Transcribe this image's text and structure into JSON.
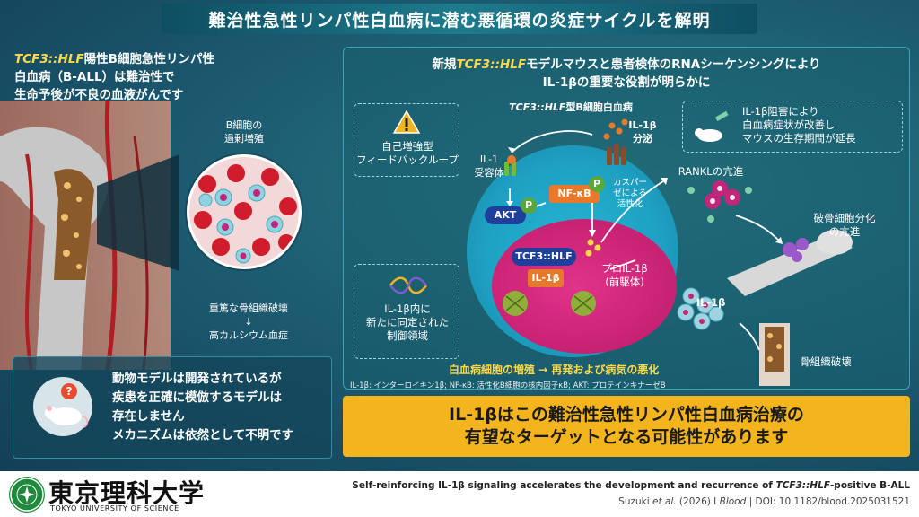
{
  "title": "難治性急性リンパ性白血病に潜む悪循環の炎症サイクルを解明",
  "left": {
    "heading_italic": "TCF3::HLF",
    "heading_rest_1": "陽性B細胞急性リンパ性",
    "heading_line2": "白血病（B-ALL）は難治性で",
    "heading_line3": "生命予後が不良の血液がんです",
    "zoom_label_1": "B細胞の",
    "zoom_label_2": "過剰増殖",
    "bone_label_1": "重篤な骨組織破壊",
    "bone_arrow": "↓",
    "bone_label_2": "高カルシウム血症",
    "info_lines": [
      "動物モデルは開発されているが",
      "疾患を正確に模倣するモデルは",
      "存在しません",
      "メカニズムは依然として不明です"
    ]
  },
  "right": {
    "head_pre": "新規",
    "head_italic": "TCF3::HLF",
    "head_post": "モデルマウスと患者検体のRNAシーケンシングにより",
    "head_line2": "IL-1βの重要な役割が明らかに",
    "feedback_1": "自己増強型",
    "feedback_2": "フィードバックループ",
    "cell_title_italic": "TCF3::HLF",
    "cell_title_rest": "型B細胞白血病",
    "il1b_secretion_1": "IL-1β",
    "il1b_secretion_2": "分泌",
    "receptor_1": "IL-1",
    "receptor_2": "受容体",
    "akt": "AKT",
    "nfkb": "NF-κB",
    "p_label": "P",
    "caspase_1": "カスパー",
    "caspase_2": "ゼによる",
    "caspase_3": "活性化",
    "tcf3": "TCF3::HLF",
    "il1b_box": "IL-1β",
    "pro_1": "プロIL-1β",
    "pro_2": "(前駆体)",
    "regulatory_1": "IL-1β内に",
    "regulatory_2": "新たに同定された",
    "regulatory_3": "制御領域",
    "inhibit_1": "IL-1β阻害により",
    "inhibit_2": "白血病症状が改善し",
    "inhibit_3": "マウスの生存期間が延長",
    "rankl": "RANKLの亢進",
    "osteoclast_1": "破骨細胞分化",
    "osteoclast_2": "の亢進",
    "il1b_right": "IL-1β",
    "bone_destruction": "骨組織破壊",
    "cycle_text": "白血病細胞の増殖 → 再発および病気の悪化",
    "abbreviations": "IL-1β: インターロイキン1β; NF-κB: 活性化B細胞の核内因子κB; AKT: プロテインキナーゼB"
  },
  "conclusion": {
    "line1": "IL-1βはこの難治性急性リンパ性白血病治療の",
    "line2": "有望なターゲットとなる可能性があります"
  },
  "footer": {
    "logo_ja": "東京理科大学",
    "logo_en": "TOKYO UNIVERSITY OF SCIENCE",
    "ref_title_pre": "Self-reinforcing IL-1β signaling accelerates the development and recurrence of ",
    "ref_title_italic": "TCF3::HLF",
    "ref_title_post": "-positive B-ALL",
    "ref_authors_pre": "Suzuki ",
    "ref_authors_italic": "et al.",
    "ref_authors_mid": " (2026) I ",
    "ref_journal": "Blood",
    "ref_doi": " | DOI: 10.1182/blood.2025031521"
  }
}
